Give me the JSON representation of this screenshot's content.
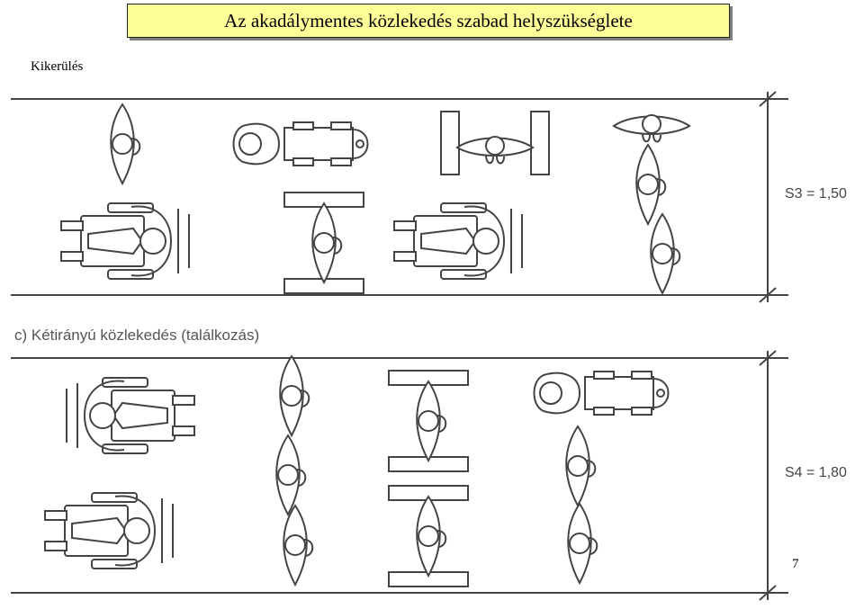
{
  "title": "Az akadálymentes közlekedés szabad helyszükséglete",
  "subtitle": "Kikerülés",
  "section_c_label": "c) Kétirányú közlekedés (találkozás)",
  "dimension_s3": "S3 = 1,50",
  "dimension_s4": "S4 = 1,80",
  "page_number": "7",
  "colors": {
    "title_background": "#ffff99",
    "line": "#444444"
  }
}
